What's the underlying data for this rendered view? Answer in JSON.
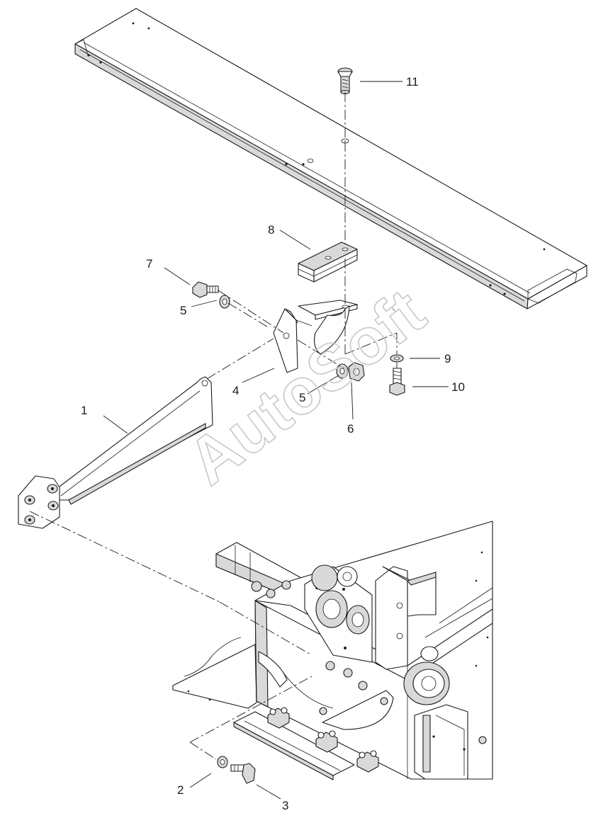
{
  "watermark": "AutoSoft",
  "callouts": [
    {
      "label": "1"
    },
    {
      "label": "2"
    },
    {
      "label": "3"
    },
    {
      "label": "4"
    },
    {
      "label": "5"
    },
    {
      "label": "5"
    },
    {
      "label": "6"
    },
    {
      "label": "7"
    },
    {
      "label": "8"
    },
    {
      "label": "9"
    },
    {
      "label": "10"
    },
    {
      "label": "11"
    }
  ]
}
